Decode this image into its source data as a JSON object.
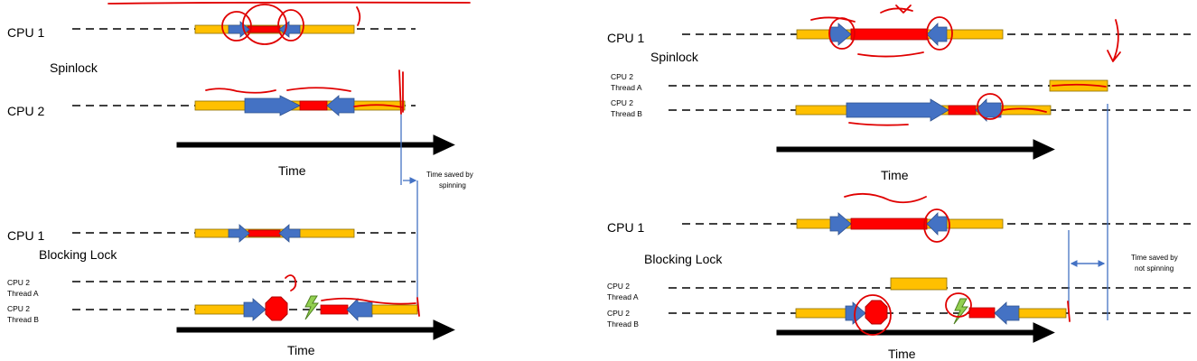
{
  "left_panel": {
    "spin_cpu1_label": "CPU 1",
    "spin_title": "Spinlock",
    "spin_cpu2_label": "CPU 2",
    "spin_time_label": "Time",
    "saved_note_line1": "Time saved by",
    "saved_note_line2": "spinning",
    "block_cpu1_label": "CPU 1",
    "block_title": "Blocking Lock",
    "block_thread_a_line1": "CPU 2",
    "block_thread_a_line2": "Thread A",
    "block_thread_b_line1": "CPU 2",
    "block_thread_b_line2": "Thread B",
    "block_time_label": "Time"
  },
  "right_panel": {
    "spin_cpu1_label": "CPU 1",
    "spin_title": "Spinlock",
    "spin_thread_a_line1": "CPU 2",
    "spin_thread_a_line2": "Thread A",
    "spin_thread_b_line1": "CPU 2",
    "spin_thread_b_line2": "Thread B",
    "spin_time_label": "Time",
    "block_cpu1_label": "CPU 1",
    "block_title": "Blocking Lock",
    "block_thread_a_line1": "CPU 2",
    "block_thread_a_line2": "Thread A",
    "block_thread_b_line1": "CPU 2",
    "block_thread_b_line2": "Thread B",
    "block_time_label": "Time",
    "saved_note_line1": "Time saved by",
    "saved_note_line2": "not spinning"
  },
  "colors": {
    "work_segment": "#FFC000",
    "critical_section": "#FF0000",
    "lock_arrow": "#4472C4",
    "blocked_stop": "#FF0000",
    "wakeup_bolt": "#92D050",
    "annotation_ink": "#E00000"
  },
  "icons": {
    "blocked": "stop-octagon-icon",
    "wakeup": "lightning-bolt-icon"
  }
}
